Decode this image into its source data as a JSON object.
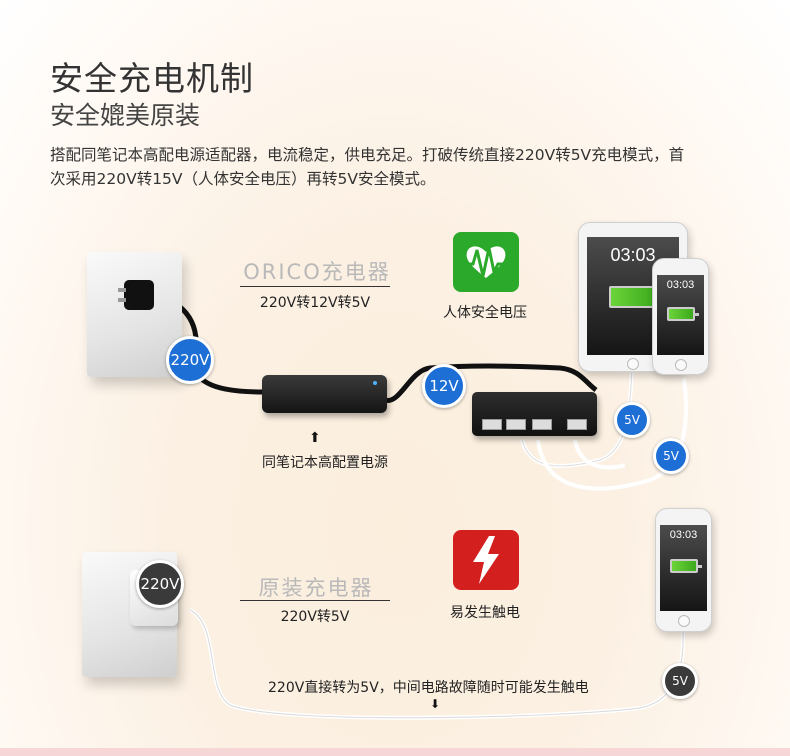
{
  "header": {
    "title": "安全充电机制",
    "subtitle": "安全媲美原装",
    "description": "搭配同笔记本高配电源适配器，电流稳定，供电充足。打破传统直接220V转5V充电模式，首次采用220V转15V（人体安全电压）再转5V安全模式。"
  },
  "orico_section": {
    "product_name": "ORICO充电器",
    "conversion": "220V转12V转5V",
    "input_badge": "220V",
    "hub_badge": "12V",
    "output_badges": [
      "5V",
      "5V"
    ],
    "adapter_caption": "同笔记本高配置电源",
    "arrow_symbol": "⬆",
    "safety_label": "人体安全电压",
    "tablet_time": "03:03",
    "phone_time": "03:03"
  },
  "original_section": {
    "product_name": "原装充电器",
    "conversion": "220V转5V",
    "input_badge": "220V",
    "output_badge": "5V",
    "danger_label": "易发生触电",
    "path_caption": "220V直接转为5V，中间电路故障随时可能发生触电",
    "arrow_symbol": "⬇",
    "phone_time": "03:03"
  },
  "icons": [
    "power-plug-icon",
    "heart-pulse-icon",
    "lightning-bolt-icon",
    "arrow-up-icon",
    "arrow-down-icon"
  ],
  "colors": {
    "badge_blue": "#1d6fd6",
    "badge_dark": "#3a3a3a",
    "safe_green": "#2aa92a",
    "danger_red": "#d41f1f",
    "background_cream": "#fbeedd"
  }
}
